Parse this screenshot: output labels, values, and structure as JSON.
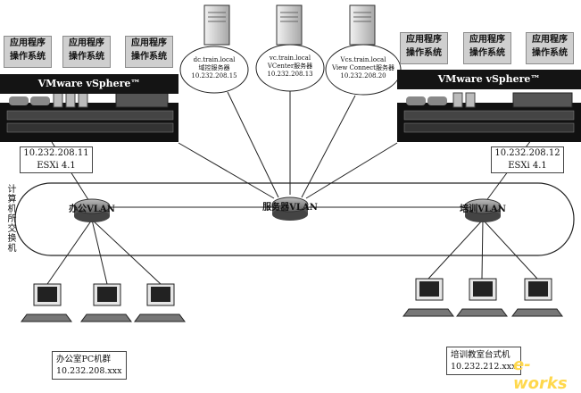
{
  "left_host": {
    "apps": [
      {
        "line1": "应用程序",
        "line2": "操作系统"
      },
      {
        "line1": "应用程序",
        "line2": "操作系统"
      },
      {
        "line1": "应用程序",
        "line2": "操作系统"
      }
    ],
    "platform": "VMware vSphere™",
    "ip": "10.232.208.11",
    "hypervisor": "ESXi 4.1"
  },
  "right_host": {
    "apps": [
      {
        "line1": "应用程序",
        "line2": "操作系统"
      },
      {
        "line1": "应用程序",
        "line2": "操作系统"
      },
      {
        "line1": "应用程序",
        "line2": "操作系统"
      }
    ],
    "platform": "VMware vSphere™",
    "ip": "10.232.208.12",
    "hypervisor": "ESXi 4.1"
  },
  "servers": [
    {
      "line1": "dc.train.local",
      "line2": "域控服务器",
      "line3": "10.232.208.15"
    },
    {
      "line1": "vc.train.local",
      "line2": "VCenter服务器",
      "line3": "10.232.208.13"
    },
    {
      "line1": "Vcs.train.local",
      "line2": "View Connect服务器",
      "line3": "10.232.208.20"
    }
  ],
  "switch_group_label": "计算机所交换机",
  "vlans": {
    "office": "办公VLAN",
    "server": "服务器VLAN",
    "training": "培训VLAN"
  },
  "office_pcs": {
    "line1": "办公室PC机群",
    "line2": "10.232.208.xxx"
  },
  "training_pcs": {
    "line1": "培训教室台式机",
    "line2": "10.232.212.xxx"
  },
  "watermark": "e-works",
  "icons": [
    "server-tower-icon",
    "rack-server-icon",
    "storage-icon",
    "desktop-pc-icon",
    "network-switch-icon"
  ]
}
